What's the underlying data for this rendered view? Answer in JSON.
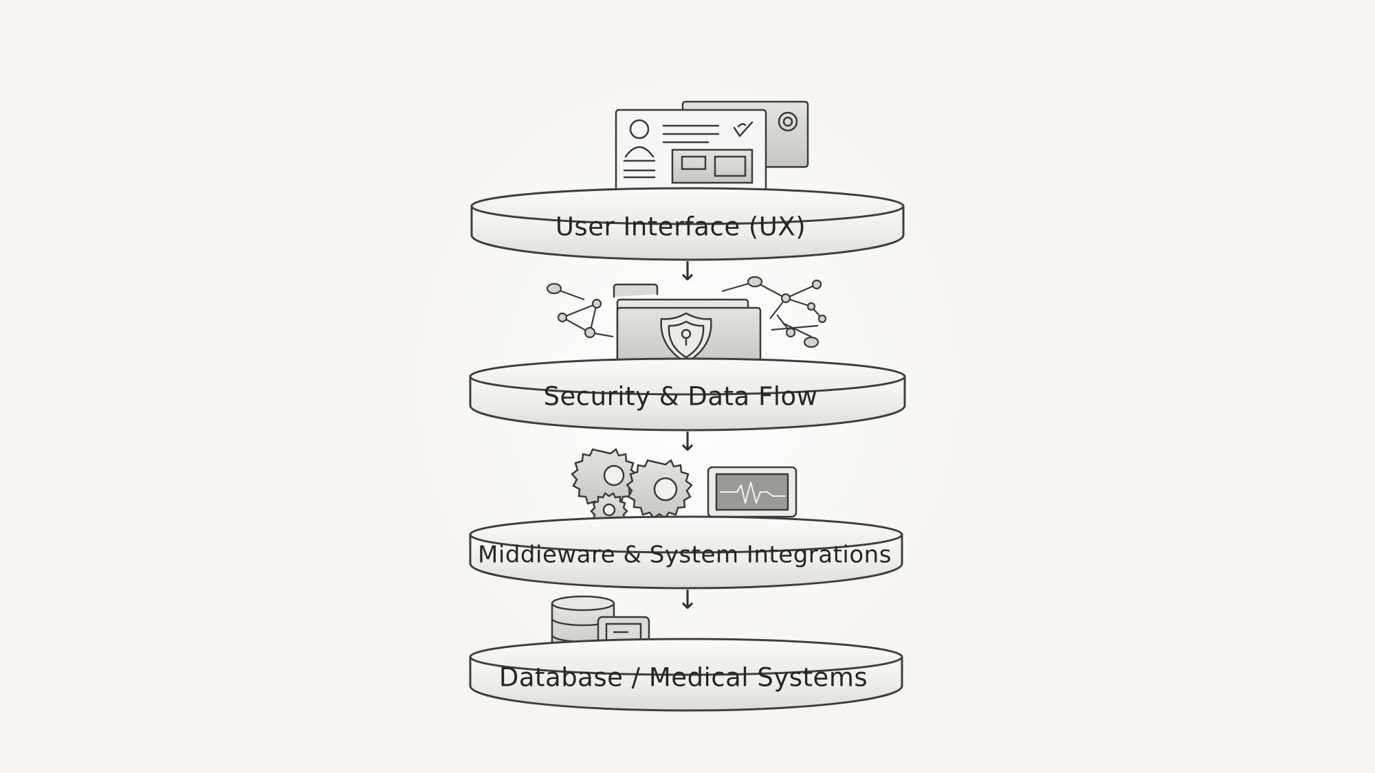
{
  "diagram": {
    "layers": [
      {
        "label": "User Interface (UX)",
        "icon": "ui-window-icon"
      },
      {
        "label": "Security & Data Flow",
        "icon": "shield-folder-icon"
      },
      {
        "label": "Middieware & System Integrations",
        "icon": "gears-monitor-icon"
      },
      {
        "label": "Database / Medical Systems",
        "icon": "database-icon"
      }
    ],
    "connector": "↓"
  }
}
